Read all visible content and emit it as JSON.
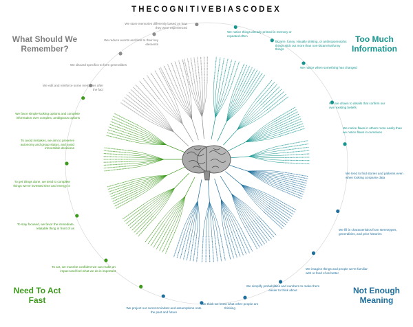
{
  "title": "THECOGNITIVEBIASCODEX",
  "colors": {
    "remember": "#8c8c8c",
    "too_much": "#15958e",
    "meaning": "#1f6f9c",
    "act_fast": "#3d9a1c",
    "brain": "#9a9a9a"
  },
  "quadrants": {
    "remember": "What Should We Remember?",
    "too_much": "Too Much Information",
    "meaning": "Not Enough Meaning",
    "act_fast": "Need To Act Fast"
  },
  "categories": {
    "g1": "We store memories differently based on how they were experienced",
    "g2": "We reduce events and lists to their key elements",
    "g3": "We discard specifics to form generalities",
    "g4": "We edit and reinforce some memories after the fact",
    "t1": "We notice things already primed in memory or repeated often",
    "t2": "Bizarre, funny, visually striking, or anthropomorphic things stick out more than non-bizarre/unfunny things",
    "t3": "We notice when something has changed",
    "t4": "We are drawn to details that confirm our own existing beliefs",
    "t5": "We notice flaws in others more easily than we notice flaws in ourselves",
    "b1": "We tend to find stories and patterns even when looking at sparse data",
    "b2": "We fill in characteristics from stereotypes, generalities, and prior histories",
    "b3": "We imagine things and people we're familiar with or fond of as better",
    "b4": "We simplify probabilities and numbers to make them easier to think about",
    "b5": "We think we know what other people are thinking",
    "b6": "We project our current mindset and assumptions onto the past and future",
    "n1": "We favor simple-looking options and complete information over complex, ambiguous options",
    "n2": "To avoid mistakes, we aim to preserve autonomy and group status, and avoid irreversible decisions",
    "n3": "To get things done, we tend to complete things we've invested time and energy in",
    "n4": "To stay focused, we favor the immediate, relatable thing in front of us",
    "n5": "To act, we must be confident we can make an impact and feel what we do is important"
  }
}
